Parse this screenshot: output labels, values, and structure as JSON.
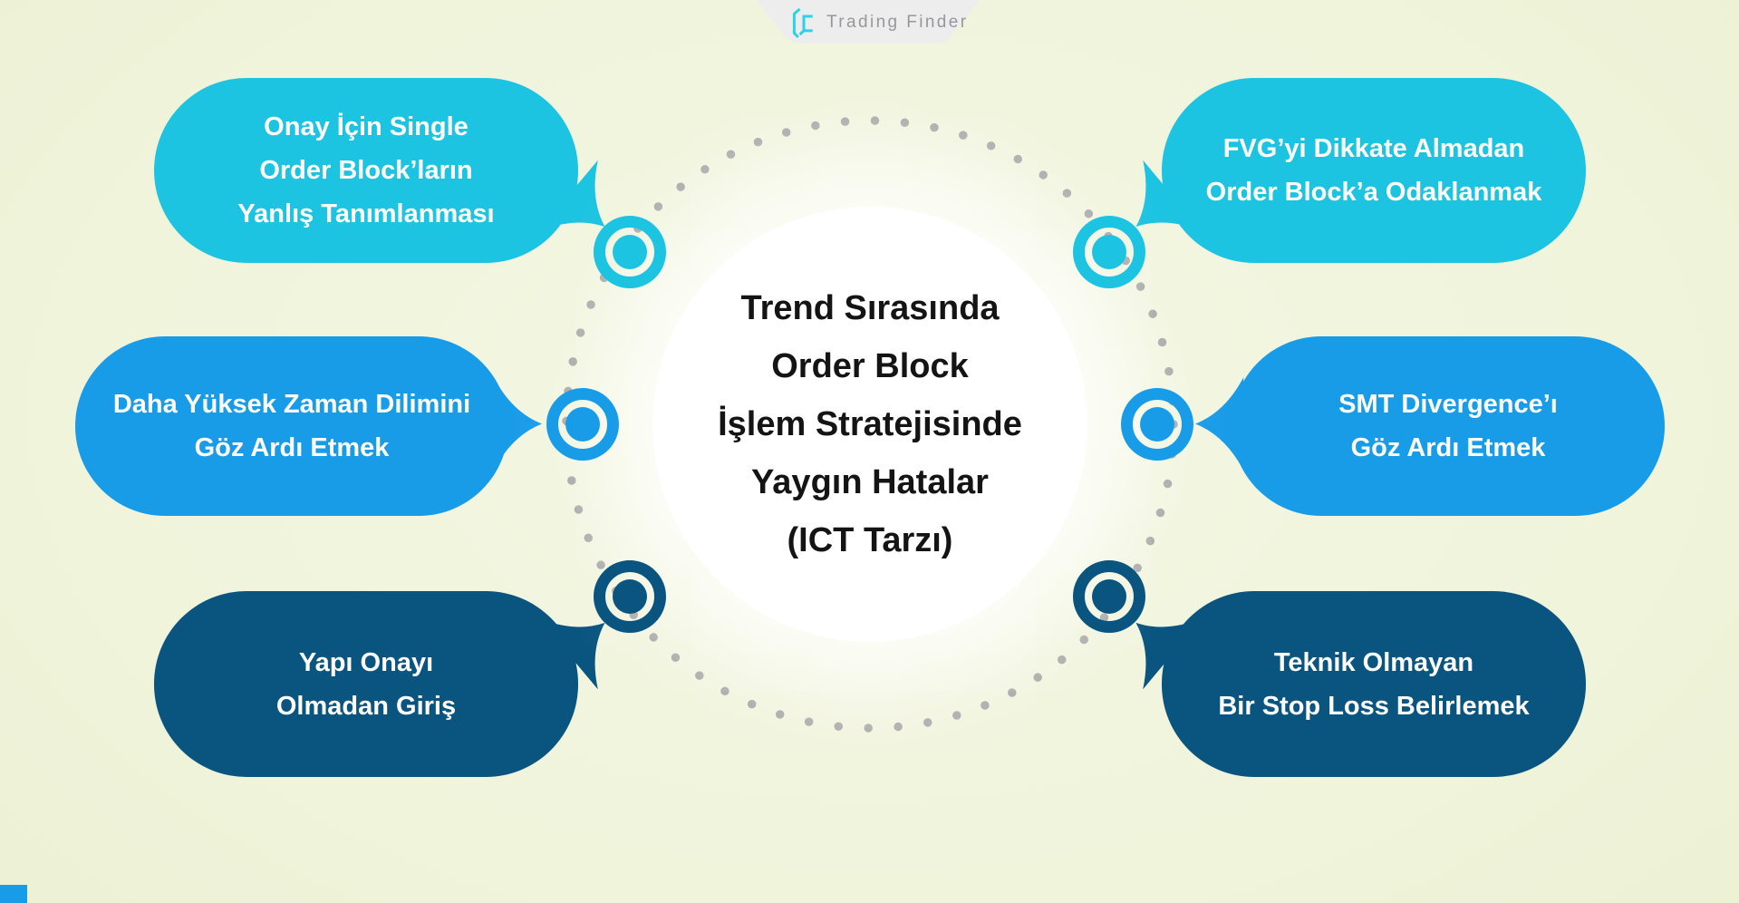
{
  "brand": {
    "name": "Trading Finder"
  },
  "center": {
    "lines": [
      "Trend Sırasında",
      "Order Block",
      "İşlem Stratejisinde",
      "Yaygın Hatalar",
      "(ICT Tarzı)"
    ]
  },
  "bubbles": {
    "top_left": {
      "lines": [
        "Onay İçin Single",
        "Order Block’ların",
        "Yanlış Tanımlanması"
      ],
      "color": "#1dc4e1"
    },
    "mid_left": {
      "lines": [
        "Daha Yüksek Zaman Dilimini",
        "Göz Ardı Etmek"
      ],
      "color": "#199ce8"
    },
    "bottom_left": {
      "lines": [
        "Yapı Onayı",
        "Olmadan Giriş"
      ],
      "color": "#0a5480"
    },
    "top_right": {
      "lines": [
        "FVG’yi Dikkate Almadan",
        "Order Block’a Odaklanmak"
      ],
      "color": "#1dc4e1"
    },
    "mid_right": {
      "lines": [
        "SMT Divergence’ı",
        "Göz Ardı Etmek"
      ],
      "color": "#199ce8"
    },
    "bottom_right": {
      "lines": [
        "Teknik Olmayan",
        "Bir Stop Loss Belirlemek"
      ],
      "color": "#0a5480"
    }
  },
  "colors": {
    "background": "#f0f4db",
    "cyan": "#1dc4e1",
    "blue": "#199ce8",
    "navy": "#0a5480",
    "dot_gray": "#a9a9a9",
    "banner_gray": "#ededee",
    "logo_text_gray": "#97979a",
    "logo_icon_cyan": "#2bd2e8",
    "center_text": "#141414"
  }
}
